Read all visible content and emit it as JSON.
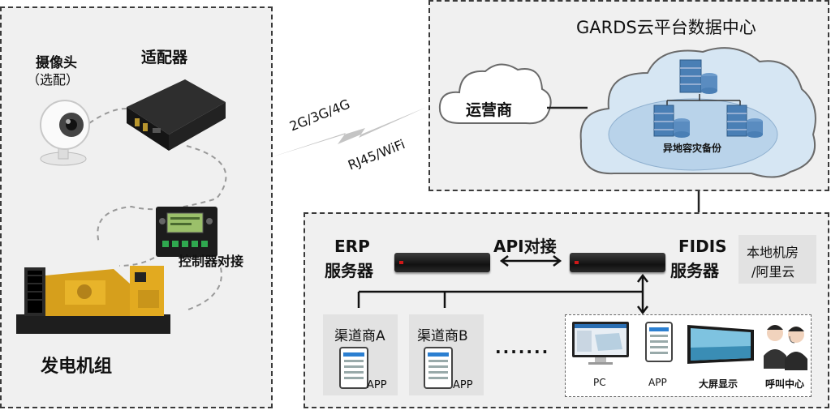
{
  "left_panel": {
    "camera_label": "摄像头",
    "camera_sub": "（选配）",
    "adapter_label": "适配器",
    "controller_label": "控制器对接",
    "generator_label": "发电机组"
  },
  "link": {
    "wireless": "2G/3G/4G",
    "wired": "RJ45/WiFi"
  },
  "cloud_panel": {
    "title": "GARDS云平台数据中心",
    "carrier": "运营商",
    "backup": "异地容灾备份"
  },
  "server_panel": {
    "erp_line1": "ERP",
    "erp_line2": "服务器",
    "api_label": "API对接",
    "fidis_line1": "FIDIS",
    "fidis_line2": "服务器",
    "local_line1": "本地机房",
    "local_line2": "/阿里云",
    "dealer_a": "渠道商A",
    "dealer_b": "渠道商B",
    "app_a": "APP",
    "app_b": "APP",
    "ellipsis": "·······",
    "terminals": [
      "PC",
      "APP",
      "大屏显示",
      "呼叫中心"
    ]
  },
  "colors": {
    "panel_bg": "#f0f0f0",
    "cloud_fill": "#d6e6f3",
    "server_blue": "#4a7fb5",
    "generator_yellow": "#e0a81a"
  }
}
